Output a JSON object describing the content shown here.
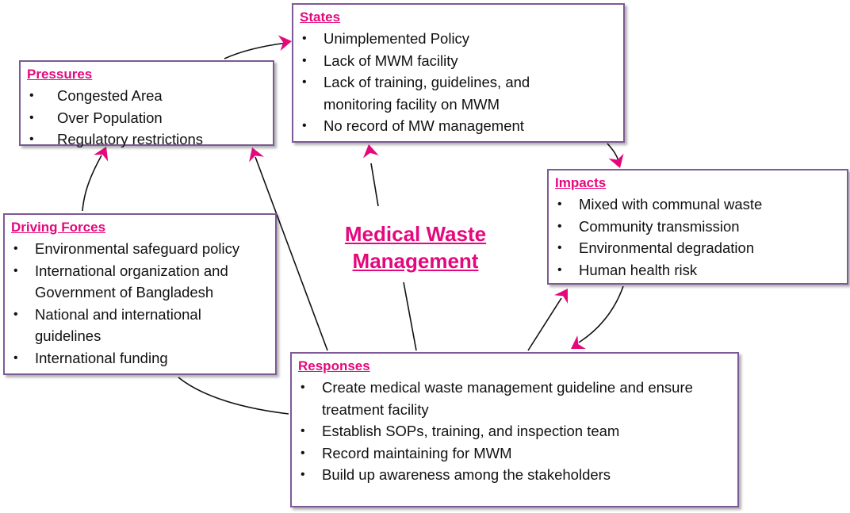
{
  "colors": {
    "accent": "#e5087d",
    "box_border": "#7d5a96",
    "connector": "#111111"
  },
  "title": "Medical Waste Management",
  "boxes": {
    "pressures": {
      "title": "Pressures",
      "items": [
        "Congested Area",
        " Over Population",
        " Regulatory restrictions"
      ]
    },
    "states": {
      "title": "States",
      "items": [
        "Unimplemented Policy",
        "Lack of MWM facility",
        "Lack of training, guidelines, and monitoring facility on MWM",
        "No record of MW management"
      ]
    },
    "impacts": {
      "title": "Impacts",
      "items": [
        "Mixed with communal waste",
        "Community transmission",
        "Environmental degradation",
        "Human health risk"
      ]
    },
    "driving_forces": {
      "title": "Driving Forces",
      "items": [
        "Environmental safeguard policy",
        "International organization and Government of Bangladesh",
        "National and international guidelines",
        "International funding"
      ]
    },
    "responses": {
      "title": "Responses",
      "items": [
        "Create medical waste management guideline and ensure treatment facility",
        "Establish SOPs, training, and inspection team",
        "Record maintaining for MWM",
        "Build up awareness among the stakeholders"
      ]
    }
  }
}
